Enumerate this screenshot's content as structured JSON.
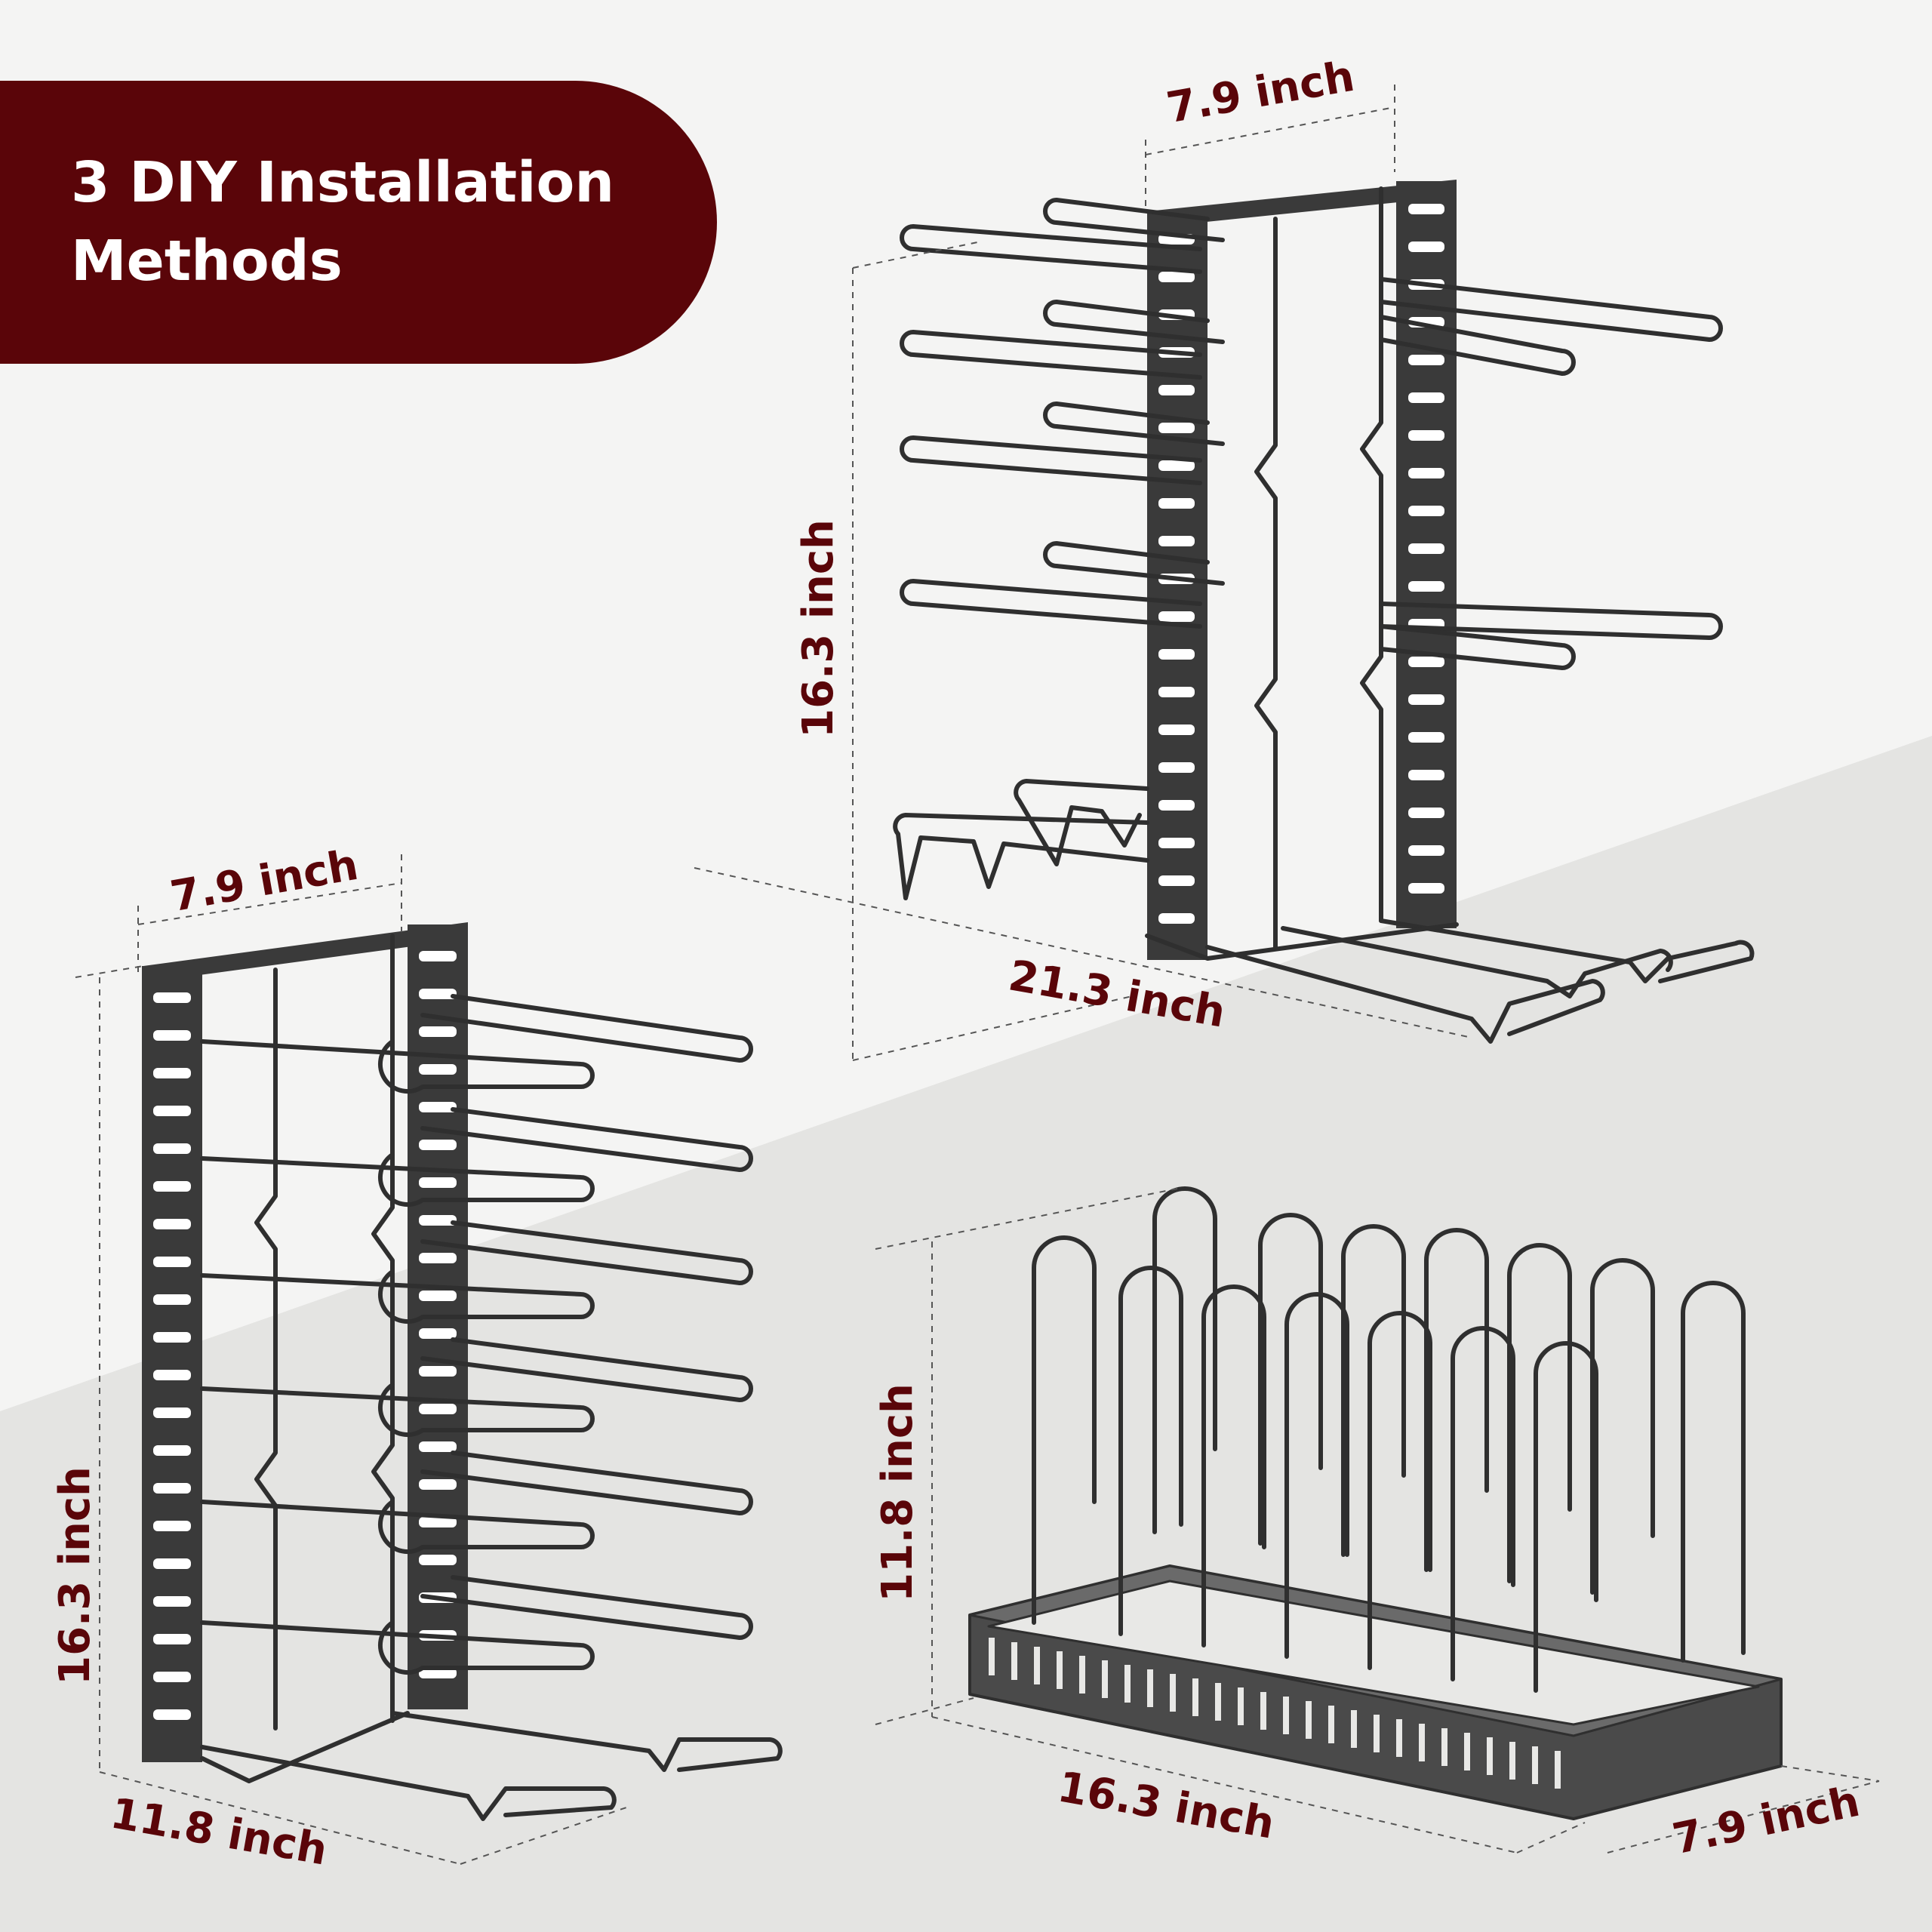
{
  "banner": {
    "title_line1": "3 DIY Installation",
    "title_line2": "Methods",
    "background_color": "#5a0509",
    "text_color": "#ffffff"
  },
  "rack_top": {
    "width_label": "7.9 inch",
    "height_label": "16.3 inch",
    "depth_label": "21.3 inch"
  },
  "rack_left": {
    "width_label": "7.9 inch",
    "height_label": "16.3 inch",
    "depth_label": "11.8 inch"
  },
  "rack_bottom": {
    "height_label": "11.8 inch",
    "length_label": "16.3 inch",
    "width_label": "7.9 inch"
  },
  "colors": {
    "label": "#5a0509",
    "metal": "#2f2f2f",
    "background_light": "#f4f4f3",
    "background_shadow": "#e4e4e2"
  }
}
